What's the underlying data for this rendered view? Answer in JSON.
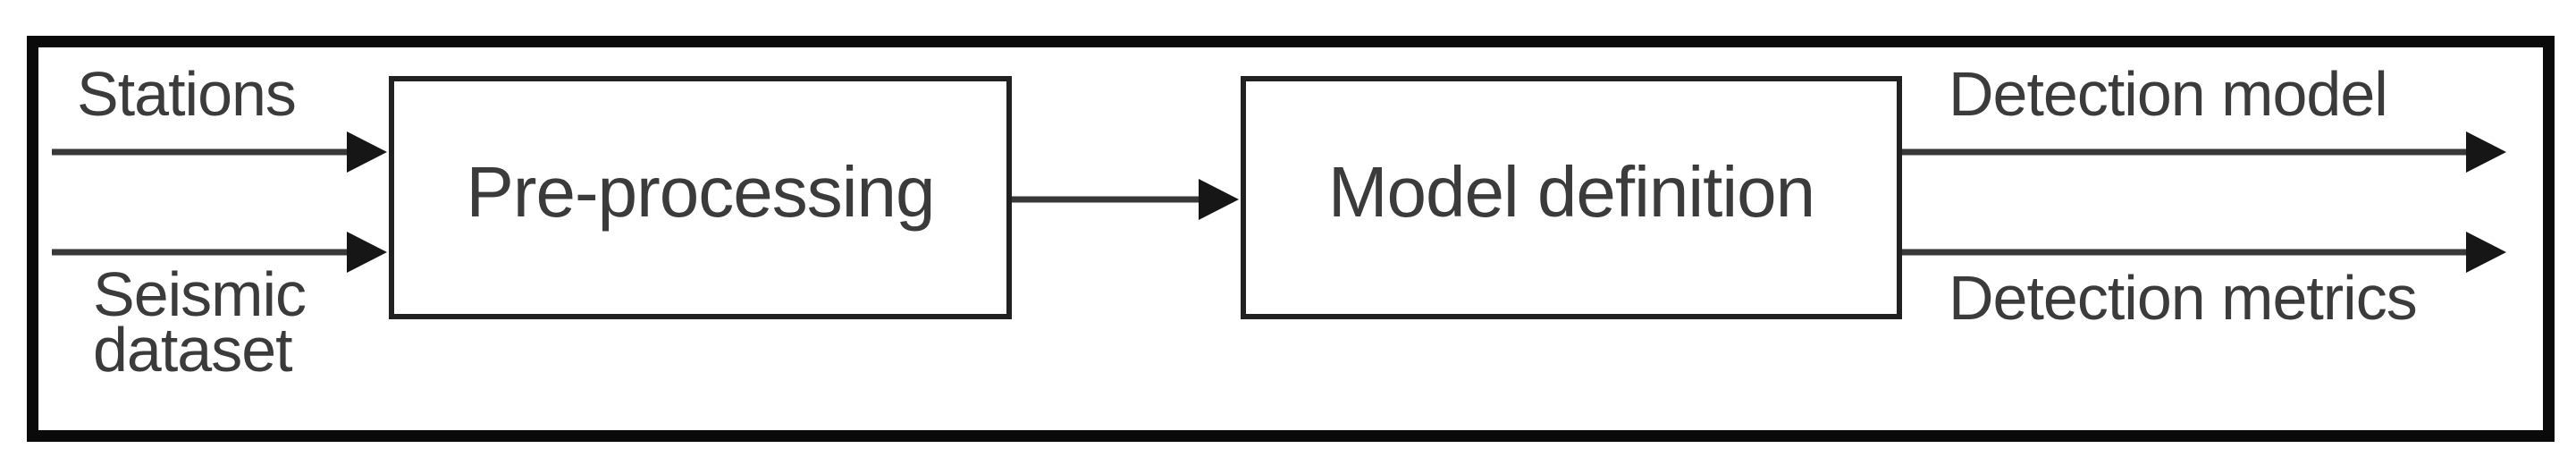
{
  "diagram": {
    "inputs": [
      {
        "id": "stations",
        "label": "Stations"
      },
      {
        "id": "seismic-dataset",
        "label": "Seismic\ndataset"
      }
    ],
    "processes": [
      {
        "id": "pre-processing",
        "label": "Pre-processing"
      },
      {
        "id": "model-definition",
        "label": "Model definition"
      }
    ],
    "outputs": [
      {
        "id": "detection-model",
        "label": "Detection model"
      },
      {
        "id": "detection-metrics",
        "label": "Detection metrics"
      }
    ],
    "edges": [
      {
        "from": "stations",
        "to": "pre-processing"
      },
      {
        "from": "seismic-dataset",
        "to": "pre-processing"
      },
      {
        "from": "pre-processing",
        "to": "model-definition"
      },
      {
        "from": "model-definition",
        "to": "detection-model"
      },
      {
        "from": "model-definition",
        "to": "detection-metrics"
      }
    ],
    "colors": {
      "background": "#ffffff",
      "outer_border": "#0a0a0a",
      "box_border": "#212121",
      "text": "#3b3b3b",
      "arrow_line": "#383838",
      "arrow_head": "#161616"
    }
  }
}
